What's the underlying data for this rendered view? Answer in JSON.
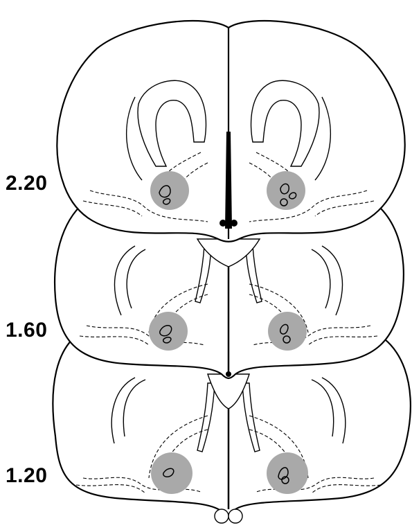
{
  "sections": [
    {
      "label": "2.20"
    },
    {
      "label": "1.60"
    },
    {
      "label": "1.20"
    }
  ]
}
